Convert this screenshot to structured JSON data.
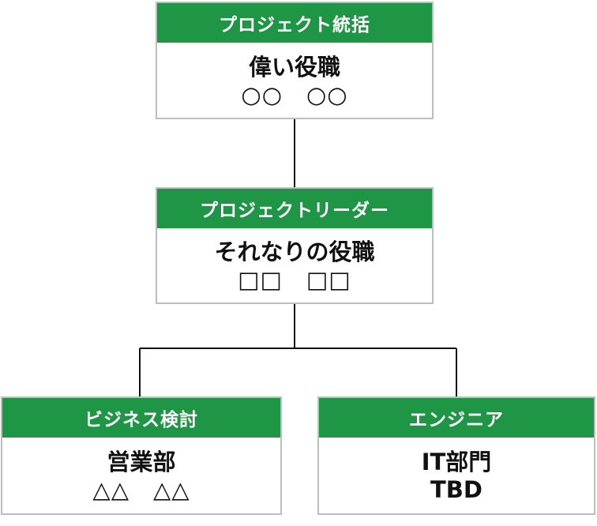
{
  "org_chart": {
    "top": {
      "header": "プロジェクト統括",
      "title": "偉い役職",
      "name": "○○　○○"
    },
    "middle": {
      "header": "プロジェクトリーダー",
      "title": "それなりの役職",
      "name": "□□　□□"
    },
    "left": {
      "header": "ビジネス検討",
      "title": "営業部",
      "name": "△△　△△"
    },
    "right": {
      "header": "エンジニア",
      "title": "IT部門",
      "name": "TBD"
    }
  },
  "colors": {
    "header_green": "#1f9645",
    "box_border": "#bdbdbd",
    "connector": "#111111"
  }
}
